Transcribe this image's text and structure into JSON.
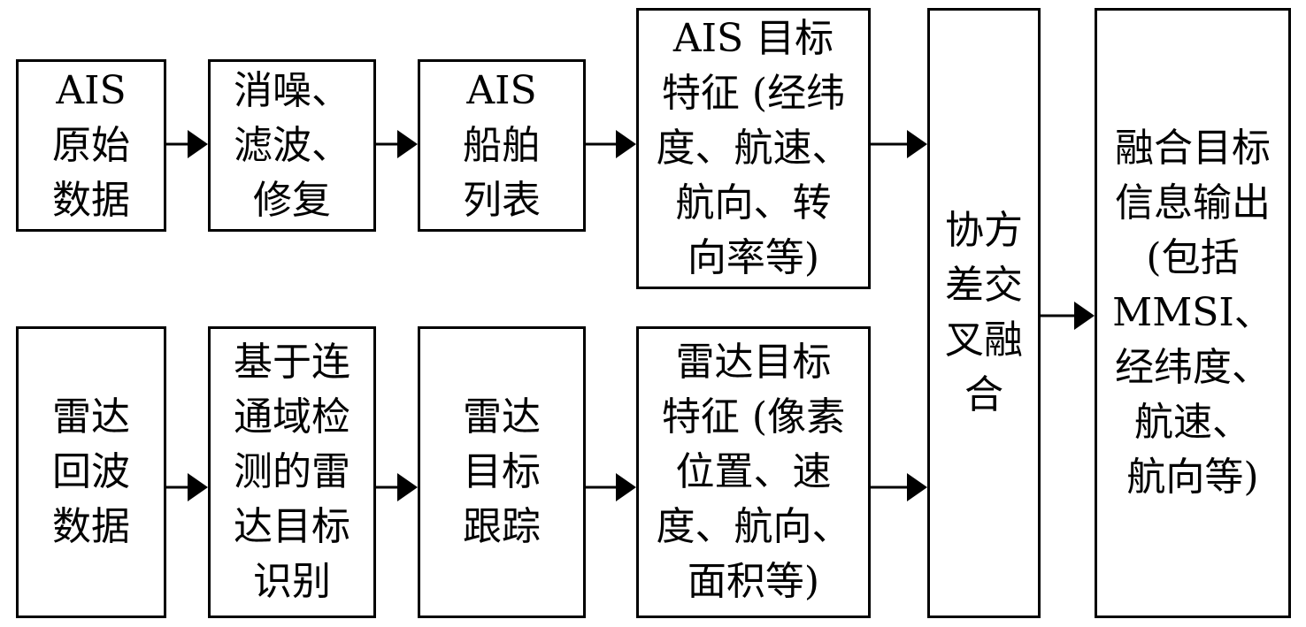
{
  "diagram": {
    "ais_raw": "AIS\n原始\n数据",
    "ais_denoise": "消噪、\n滤波、\n修复",
    "ais_list": "AIS\n船舶\n列表",
    "ais_features": "AIS 目标\n特征 (经纬\n度、航速、\n航向、转\n向率等)",
    "radar_echo": "雷达\n回波\n数据",
    "radar_detect": "基于连\n通域检\n测的雷\n达目标\n识别",
    "radar_track": "雷达\n目标\n跟踪",
    "radar_features": "雷达目标\n特征 (像素\n位置、速\n度、航向、\n面积等)",
    "fusion": "协方\n差交\n叉融\n合",
    "output": "融合目标\n信息输出\n(包括\nMMSI、\n经纬度、\n航速、\n航向等)"
  },
  "colors": {
    "line": "#000000",
    "background": "#ffffff"
  }
}
